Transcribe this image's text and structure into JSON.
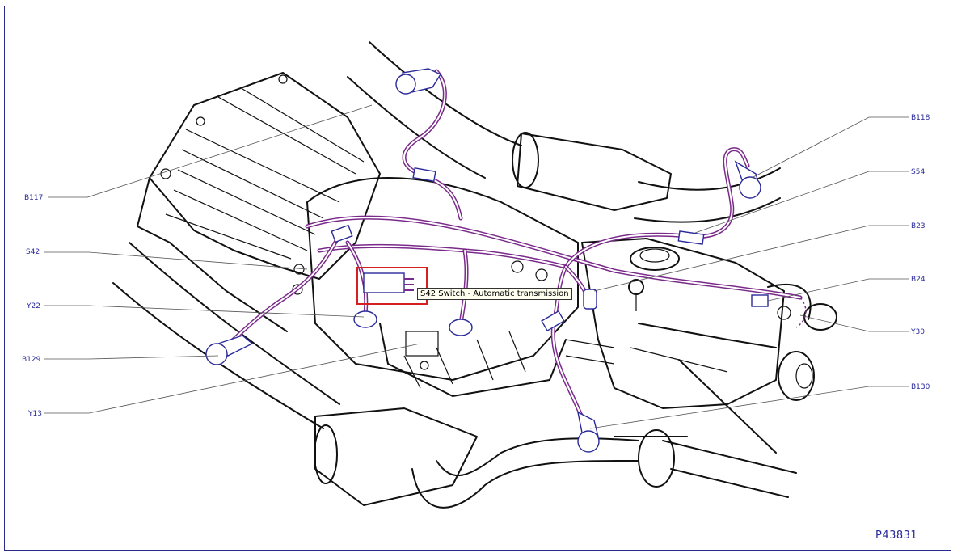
{
  "diagram": {
    "figure_id": "P43831",
    "tooltip": "S42 Switch - Automatic transmission",
    "colors": {
      "harness": "#7a2a8a",
      "labels": "#2a2a9a",
      "highlight": "#d42020",
      "outline": "#111111"
    },
    "callouts": {
      "b117": "B117",
      "s42": "S42",
      "y22": "Y22",
      "b129": "B129",
      "y13": "Y13",
      "b118": "B118",
      "s54": "S54",
      "b23": "B23",
      "b24": "B24",
      "y30": "Y30",
      "b130": "B130"
    }
  }
}
